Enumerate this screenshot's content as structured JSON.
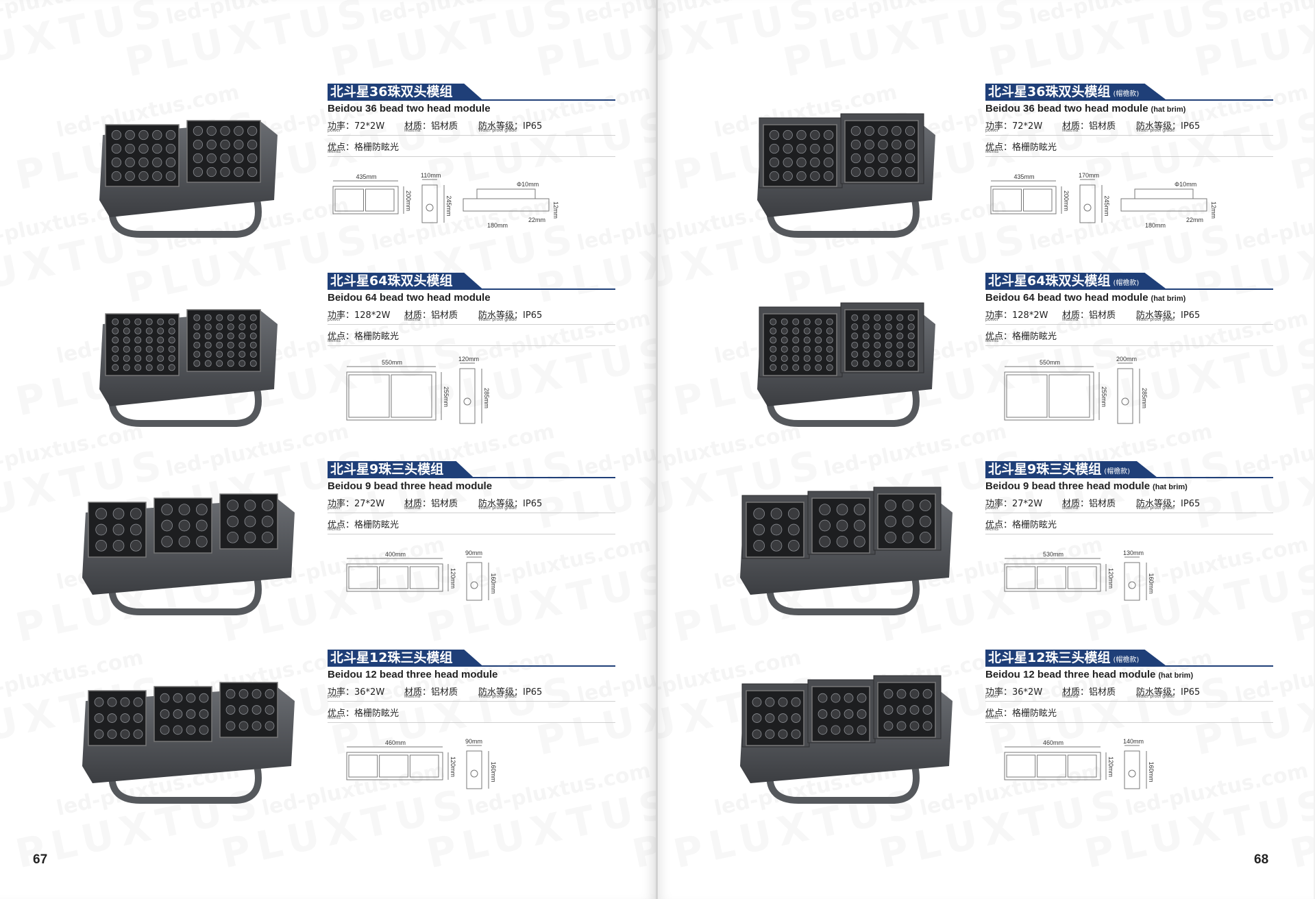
{
  "watermark": {
    "brand": "PLUXTUS",
    "url": "led-pluxtus.com"
  },
  "labels": {
    "power_zh": "功率：",
    "power_en": "power",
    "material_zh": "材质：",
    "material_en": "Materia",
    "waterproof_zh": "防水等级：",
    "waterproof_en": "Water proof grade",
    "merits_zh": "优点：",
    "merits_en": "Merits"
  },
  "common": {
    "material": "铝材质",
    "waterproof": "IP65",
    "merits": "格栅防眩光"
  },
  "pages": [
    {
      "page_number": "67",
      "products": [
        {
          "title_zh": "北斗星36珠双头模组",
          "tag_zh": "",
          "title_en": "Beidou 36 bead two head module",
          "title_en_suffix": "",
          "power": "72*2W",
          "dims": {
            "front_w": "435mm",
            "front_h": "200mm",
            "side_w": "110mm",
            "side_h": "245mm",
            "top_hole": "Φ10mm",
            "top_w": "180mm",
            "top_r": "22mm",
            "top_h": "12mm"
          }
        },
        {
          "title_zh": "北斗星64珠双头模组",
          "tag_zh": "",
          "title_en": "Beidou 64 bead two head module",
          "title_en_suffix": "",
          "power": "128*2W",
          "dims": {
            "front_w": "550mm",
            "front_h": "255mm",
            "side_w": "120mm",
            "side_h": "285mm"
          }
        },
        {
          "title_zh": "北斗星9珠三头模组",
          "tag_zh": "",
          "title_en": "Beidou 9 bead three head module",
          "title_en_suffix": "",
          "power": "27*2W",
          "dims": {
            "front_w": "400mm",
            "front_h": "120mm",
            "side_w": "90mm",
            "side_h": "160mm"
          }
        },
        {
          "title_zh": "北斗星12珠三头模组",
          "tag_zh": "",
          "title_en": "Beidou 12 bead three head module",
          "title_en_suffix": "",
          "power": "36*2W",
          "dims": {
            "front_w": "460mm",
            "front_h": "120mm",
            "side_w": "90mm",
            "side_h": "160mm"
          }
        }
      ]
    },
    {
      "page_number": "68",
      "products": [
        {
          "title_zh": "北斗星36珠双头模组",
          "tag_zh": "(帽檐款)",
          "title_en": "Beidou 36 bead two head module",
          "title_en_suffix": "(hat brim)",
          "power": "72*2W",
          "dims": {
            "front_w": "435mm",
            "front_h": "200mm",
            "side_w": "170mm",
            "side_h": "245mm",
            "top_hole": "Φ10mm",
            "top_w": "180mm",
            "top_r": "22mm",
            "top_h": "12mm"
          }
        },
        {
          "title_zh": "北斗星64珠双头模组",
          "tag_zh": "(帽檐款)",
          "title_en": "Beidou 64 bead two head module",
          "title_en_suffix": "(hat brim)",
          "power": "128*2W",
          "dims": {
            "front_w": "550mm",
            "front_h": "255mm",
            "side_w": "200mm",
            "side_h": "285mm"
          }
        },
        {
          "title_zh": "北斗星9珠三头模组",
          "tag_zh": "(帽檐款)",
          "title_en": "Beidou 9 bead three head module",
          "title_en_suffix": "(hat brim)",
          "power": "27*2W",
          "dims": {
            "front_w": "530mm",
            "front_h": "120mm",
            "side_w": "130mm",
            "side_h": "160mm"
          }
        },
        {
          "title_zh": "北斗星12珠三头模组",
          "tag_zh": "(帽檐款)",
          "title_en": "Beidou 12 bead three head module",
          "title_en_suffix": "(hat brim)",
          "power": "36*2W",
          "dims": {
            "front_w": "460mm",
            "front_h": "120mm",
            "side_w": "140mm",
            "side_h": "160mm"
          }
        }
      ]
    }
  ]
}
